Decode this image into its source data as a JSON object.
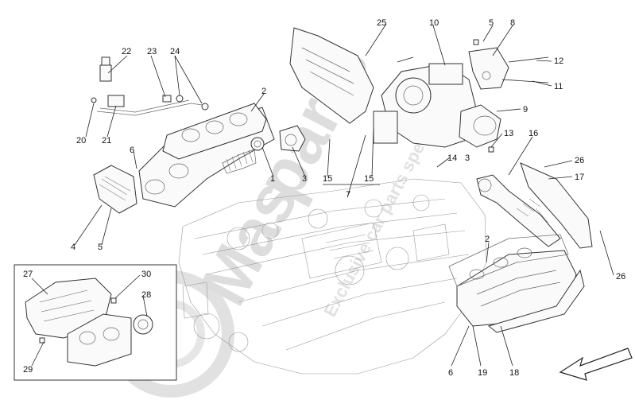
{
  "watermark": {
    "brand": "Mas",
    "brand_suffix": "parts",
    "tagline": "Exclusive car parts specialist",
    "color": "#b9b9b9",
    "logo_accent": "#e23b3b"
  },
  "callouts": {
    "c1": "1",
    "c2": "2",
    "c2b": "2",
    "c3": "3",
    "c3b": "3",
    "c4": "4",
    "c5": "5",
    "c5b": "5",
    "c6": "6",
    "c6b": "6",
    "c7": "7",
    "c8": "8",
    "c9": "9",
    "c10": "10",
    "c11": "11",
    "c12": "12",
    "c13": "13",
    "c14": "14",
    "c15": "15",
    "c15b": "15",
    "c16": "16",
    "c17": "17",
    "c18": "18",
    "c19": "19",
    "c20": "20",
    "c21": "21",
    "c22": "22",
    "c23": "23",
    "c24": "24",
    "c25": "25",
    "c26": "26",
    "c26b": "26",
    "c27": "27",
    "c28": "28",
    "c29": "29",
    "c30": "30"
  },
  "icons": {
    "direction_arrow": "front-direction-arrow-icon"
  }
}
